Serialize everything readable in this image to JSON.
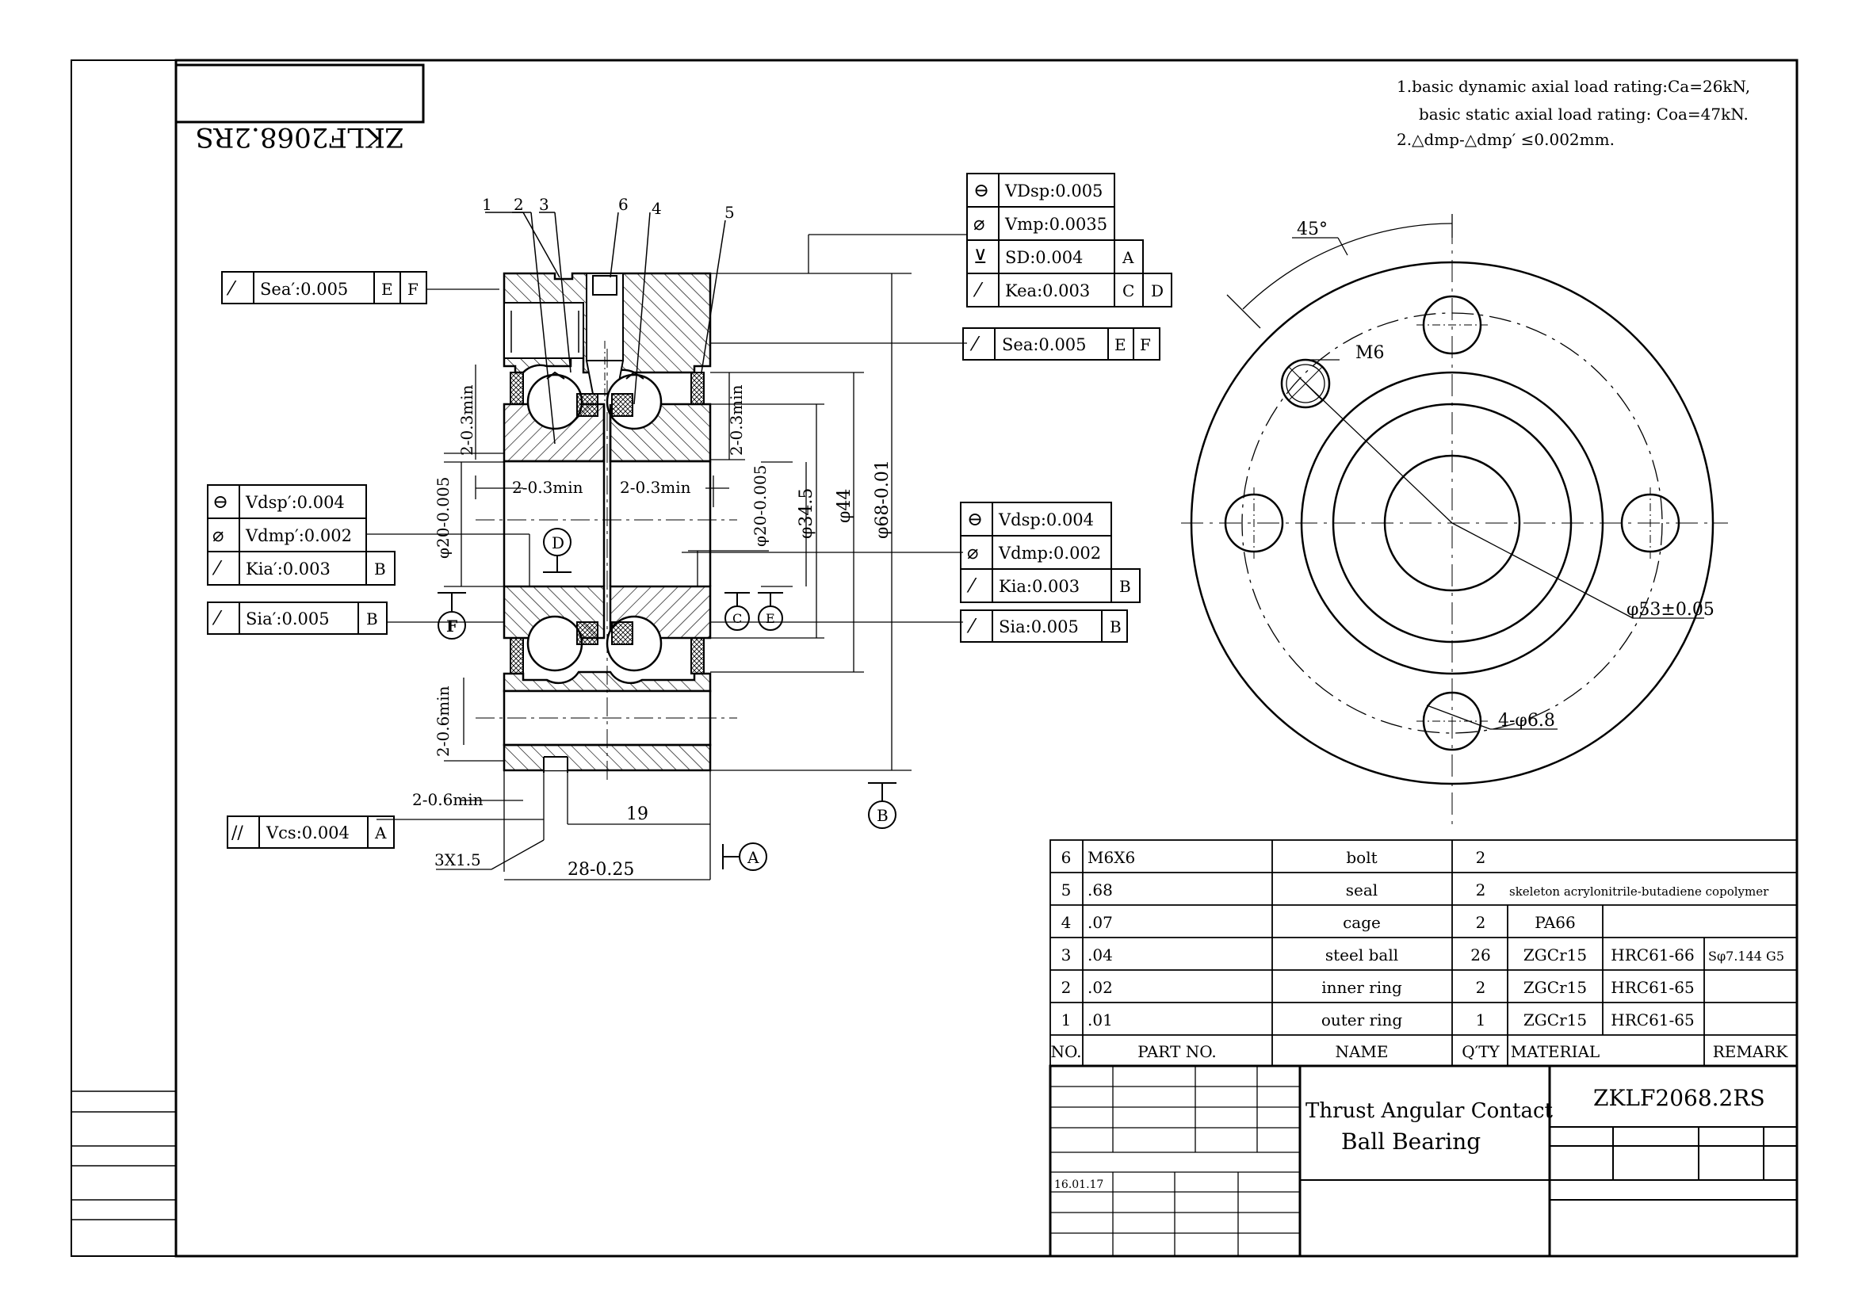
{
  "title_box_mirrored": "ZKLF2068.2RS",
  "notes": [
    "1.basic dynamic axial load rating:Ca=26kN,",
    "basic static axial load rating: Coa=47kN.",
    "2.△dmp-△dmp′ ≤0.002mm."
  ],
  "callouts": [
    "1",
    "2",
    "3",
    "6",
    "4",
    "5"
  ],
  "tolerance_frames": {
    "sea_prime": {
      "sym": "⁄",
      "text": "Sea′:0.005",
      "d1": "E",
      "d2": "F"
    },
    "vdsp": {
      "sym": "⊖",
      "text": "VDsp:0.005"
    },
    "vmp": {
      "sym": "⌀",
      "text": "Vmp:0.0035"
    },
    "sd": {
      "sym": "⊻",
      "text": "SD:0.004",
      "d1": "A"
    },
    "kea": {
      "sym": "⁄",
      "text": "Kea:0.003",
      "d1": "C",
      "d2": "D"
    },
    "sea": {
      "sym": "⁄",
      "text": "Sea:0.005",
      "d1": "E",
      "d2": "F"
    },
    "vdsp_p": {
      "sym": "⊖",
      "text": "Vdsp′:0.004"
    },
    "vdmp_p": {
      "sym": "⌀",
      "text": "Vdmp′:0.002"
    },
    "kia_p": {
      "sym": "⁄",
      "text": "Kia′:0.003",
      "d1": "B"
    },
    "sia_p": {
      "sym": "⁄",
      "text": "Sia′:0.005",
      "d1": "B"
    },
    "vdsp2": {
      "sym": "⊖",
      "text": "Vdsp:0.004"
    },
    "vdmp2": {
      "sym": "⌀",
      "text": "Vdmp:0.002"
    },
    "kia": {
      "sym": "⁄",
      "text": "Kia:0.003",
      "d1": "B"
    },
    "sia": {
      "sym": "⁄",
      "text": "Sia:0.005",
      "d1": "B"
    },
    "vcs": {
      "sym": "//",
      "text": "Vcs:0.004",
      "d1": "A"
    }
  },
  "dimensions": {
    "chamfer_top_left": "2-0.3min",
    "chamfer_top_right": "2-0.3min",
    "chamfer_mid_left": "2-0.3min",
    "chamfer_mid_right": "2-0.3min",
    "chamfer_bottom": "2-0.6min",
    "chamfer_bottom2": "2-0.6min",
    "d_bore_left": "φ20-0.005",
    "d_bore_right": "φ20-0.005",
    "d_345": "φ34.5",
    "d_44": "φ44",
    "d_68": "φ68-0.01",
    "w_19": "19",
    "w_28": "28-0.25",
    "groove": "3X1.5",
    "angle": "45°",
    "thread": "M6",
    "pcd": "φ53±0.05",
    "holes": "4-φ6.8"
  },
  "datums": [
    "D",
    "F",
    "C",
    "E",
    "B",
    "A"
  ],
  "bom": {
    "rows": [
      {
        "no": "6",
        "part": "M6X6",
        "name": "bolt",
        "qty": "2",
        "material": "",
        "hrc": "",
        "remark": "",
        "wide": ""
      },
      {
        "no": "5",
        "part": ".68",
        "name": "seal",
        "qty": "2",
        "material": "",
        "hrc": "",
        "remark": "",
        "wide": "skeleton acrylonitrile-butadiene copolymer"
      },
      {
        "no": "4",
        "part": ".07",
        "name": "cage",
        "qty": "2",
        "material": "PA66",
        "hrc": "",
        "remark": "",
        "wide": ""
      },
      {
        "no": "3",
        "part": ".04",
        "name": "steel ball",
        "qty": "26",
        "material": "ZGCr15",
        "hrc": "HRC61-66",
        "remark": "Sφ7.144 G5",
        "wide": ""
      },
      {
        "no": "2",
        "part": ".02",
        "name": "inner ring",
        "qty": "2",
        "material": "ZGCr15",
        "hrc": "HRC61-65",
        "remark": "",
        "wide": ""
      },
      {
        "no": "1",
        "part": ".01",
        "name": "outer ring",
        "qty": "1",
        "material": "ZGCr15",
        "hrc": "HRC61-65",
        "remark": "",
        "wide": ""
      }
    ],
    "header": {
      "no": "NO.",
      "part": "PART NO.",
      "name": "NAME",
      "qty": "Q′TY",
      "material": "MATERIAL",
      "remark": "REMARK"
    }
  },
  "title_block": {
    "desc1": "Thrust Angular Contact",
    "desc2": "Ball Bearing",
    "part_number": "ZKLF2068.2RS",
    "date": "16.01.17"
  }
}
